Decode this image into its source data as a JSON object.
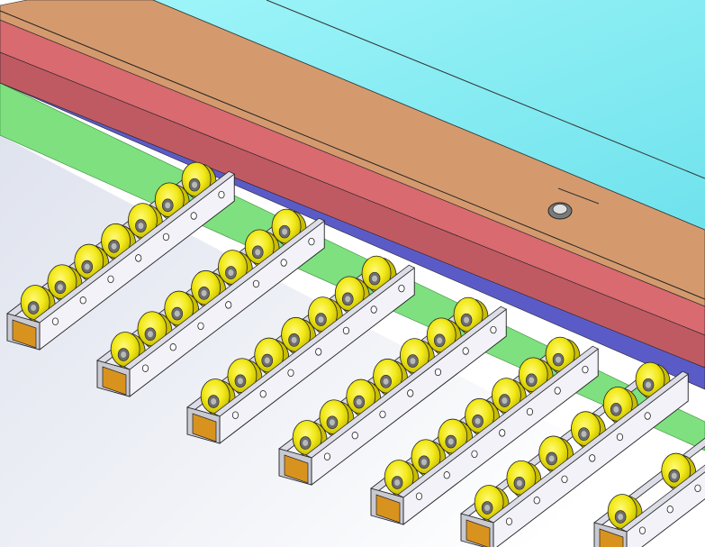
{
  "scene": {
    "subject": "roller-conveyor-cad-render",
    "colors": {
      "background": "#ffffff",
      "floor_shade": "#e3e6ef",
      "green_strip": "#7fe07f",
      "blue_strip": "#5b5bc8",
      "red_beam_top": "#d86a70",
      "red_beam_face": "#c05a62",
      "orange_beam": "#d49a6e",
      "cyan_panel": "#8ff1f6",
      "cyan_panel_dark": "#6ee4ee",
      "rail_side": "#f2f2f8",
      "rail_top": "#dcdde6",
      "rail_end": "#c9c9d2",
      "end_block": "#d8931f",
      "roller_yellow": "#f2ea1a",
      "roller_shadow": "#c9be00",
      "bearing": "#6d6d6d",
      "outline": "#222222"
    },
    "rails": [
      {
        "name": "rail-1",
        "rollers": 7
      },
      {
        "name": "rail-2",
        "rollers": 7
      },
      {
        "name": "rail-3",
        "rollers": 7
      },
      {
        "name": "rail-4",
        "rollers": 7
      },
      {
        "name": "rail-5",
        "rollers": 7
      },
      {
        "name": "rail-6",
        "rollers": 6
      },
      {
        "name": "rail-7",
        "rollers": 4
      }
    ],
    "icons": [
      "bolt-head-icon"
    ]
  }
}
